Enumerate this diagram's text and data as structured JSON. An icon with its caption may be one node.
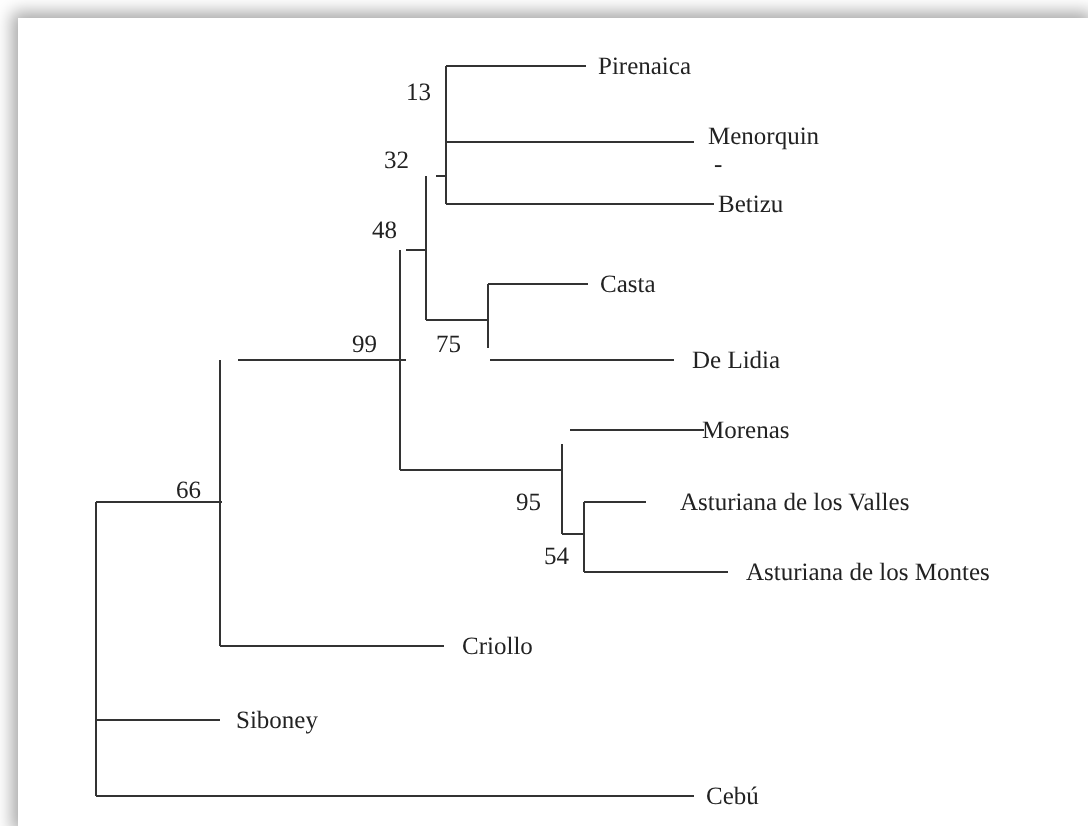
{
  "diagram": {
    "labels": [
      "Pirenaica",
      "13",
      "Menorquin",
      "32",
      "-",
      "Betizu",
      "48",
      "Casta",
      "99",
      "75",
      "De Lidia",
      "Morenas",
      "95",
      "66",
      "Asturiana de los Valles",
      "54",
      "Asturiana de los Montes",
      "Criollo",
      "Siboney",
      "Cebú"
    ]
  }
}
